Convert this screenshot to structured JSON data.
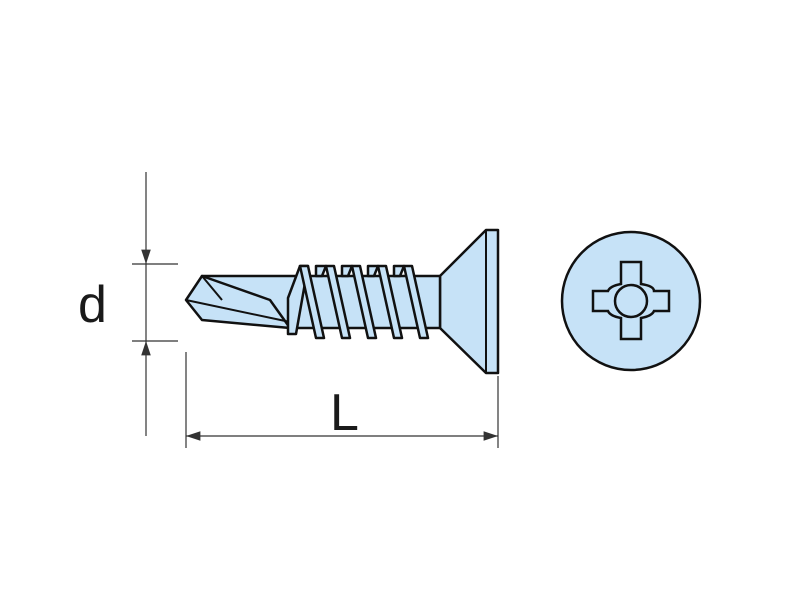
{
  "labels": {
    "diameter": "d",
    "length": "L"
  },
  "colors": {
    "fill": "#c6e2f7",
    "stroke": "#111111",
    "dim_line": "#333333",
    "background": "#ffffff"
  },
  "icons": {
    "side_view": "self-drilling-countersunk-screw",
    "head_view": "phillips-cross-recess-head"
  }
}
